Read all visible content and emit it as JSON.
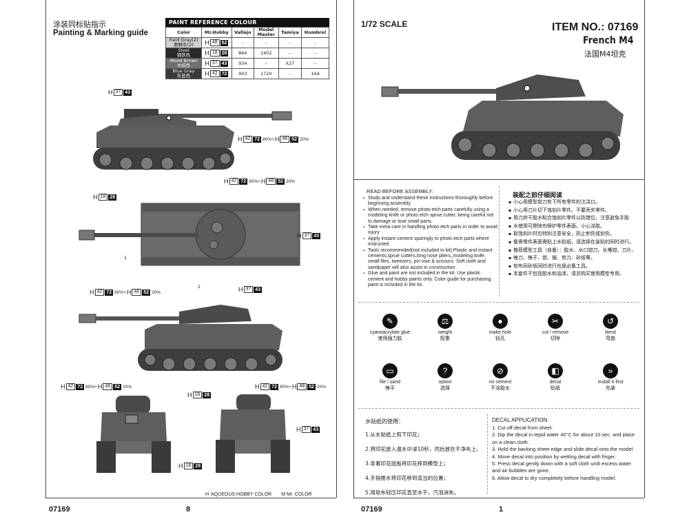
{
  "left_page": {
    "title_cn": "涂装同标贴指示",
    "title_en": "Painting & Marking guide",
    "footer_code": "07169",
    "page_number": "8",
    "brand_legend": {
      "h_label": "H",
      "h_text": "AQUEOUS HOBBY COLOR",
      "m_label": "M",
      "m_text": "Mr. COLOR"
    },
    "paint_table": {
      "caption": "PAINT REFERENCE COLOUR",
      "headers": [
        "Color",
        "Mr.Hobby",
        "Vallejo",
        "Model Master",
        "Tamiya",
        "Humbrol"
      ],
      "rows": [
        {
          "color": "Field Gray(2)",
          "color_cn": "原野灰(2)",
          "h": "48",
          "m": "52",
          "vallejo": "–",
          "model_master": "–",
          "tamiya": "–",
          "humbrol": "–",
          "swatch": "#cfcfcf",
          "text": "#111"
        },
        {
          "color": "Steel",
          "color_cn": "钢铁色",
          "h": "18",
          "m": "28",
          "vallejo": "864",
          "model_master": "1402",
          "tamiya": "–",
          "humbrol": "–",
          "swatch": "#2a2a2a",
          "text": "#eee"
        },
        {
          "color": "Wood Brown",
          "color_cn": "木棕色",
          "h": "37",
          "m": "43",
          "vallejo": "934",
          "model_master": "–",
          "tamiya": "X27",
          "humbrol": "–",
          "swatch": "#707070",
          "text": "#fff"
        },
        {
          "color": "Blue Gray",
          "color_cn": "灰蓝色",
          "h": "42",
          "m": "72",
          "vallejo": "903",
          "model_master": "1720",
          "tamiya": "–",
          "humbrol": "144",
          "swatch": "#3a3a3a",
          "text": "#eee"
        }
      ]
    },
    "callouts": {
      "wood": {
        "h": "37",
        "m": "43"
      },
      "steel": {
        "h": "18",
        "m": "28"
      },
      "mix": {
        "h1": "42",
        "m1": "72",
        "p1": "80%+",
        "h2": "48",
        "m2": "52",
        "p2": "20%"
      },
      "leader_1": "1"
    }
  },
  "right_page": {
    "scale": "1/72 SCALE",
    "item_no": "ITEM NO.: 07169",
    "model_en": "French M4",
    "model_cn": "法国M4坦克",
    "footer_code": "07169",
    "page_number": "1",
    "read_before_title": "READ BEFORE ASSEMBLY:",
    "read_before": [
      "Study and understand these instructions thoroughly before beginning assembly",
      "When needed, remove photo-etch parts carefully using a modeling knife or photo etch sprue cutter, being careful not to damage or lose small parts.",
      "Take extra care in handling photo etch parts in order to avoid injury",
      "Apply instant cement sparingly to photo etch parts where instructed",
      "Tools recommended(not included in kit):Plastic and instant cements,sprue cutters,long nose pliers,,modeling knife, small files, tweezers, pin vise & scissors. Soft cloth and sandpaper will also assist in construction",
      "Glue and paint are not included in the kit. Use plastic cement and hobby paints only. Color guide for purchasing paint is included in the kit."
    ],
    "cn_title": "装配之前仔细阅读",
    "cn_notes": [
      "小心用模型钳刀剪下所有零件的注浇口。",
      "小心用刀片切下蚀刻片零件。不要丢失零件。",
      "用力挤干胶水粘合蚀刻片零件以防错位，注意避免手胶",
      "水使用可擦除剂保护零件表面。小心涂胶。",
      "取蚀刻片时应特别注意安全，防止刺伤或划伤。",
      "备需零件表面需贴上水贴纸，请选择在装贴的同时进行。",
      "推荐模型工具（自备）：胶水、水口钳刀、长嘴钳、刀片、",
      "锉刀、锉子、钳、锯、剪刀、砂纸等。",
      "软布同砂纸同时进行也是必备工具。",
      "本套件不包括胶水和油漆，请另购买使用模型专用。"
    ],
    "icons": [
      {
        "symbol": "✎",
        "en": "cyanoacrylate glue",
        "cn": "使用强力胶"
      },
      {
        "symbol": "⚖",
        "en": "weight",
        "cn": "配重"
      },
      {
        "symbol": "●",
        "en": "make hole",
        "cn": "钻孔"
      },
      {
        "symbol": "✂",
        "en": "cut / remove",
        "cn": "切除"
      },
      {
        "symbol": "↺",
        "en": "bend",
        "cn": "弯曲"
      },
      {
        "symbol": "▭",
        "en": "file / sand",
        "cn": "锉平"
      },
      {
        "symbol": "?",
        "en": "option",
        "cn": "选择"
      },
      {
        "symbol": "⊘",
        "en": "no cement",
        "cn": "不涂胶水"
      },
      {
        "symbol": "◧",
        "en": "decal",
        "cn": "贴纸"
      },
      {
        "symbol": "»",
        "en": "Install it first",
        "cn": "先装"
      }
    ],
    "cn_decal_title": "水贴纸的使用：",
    "cn_decal": [
      "1.从水贴纸上剪下印花；",
      "2.将印花放入温水中浸10秒，然后放在干净布上。",
      "3.拿着印花纸板将印花移到模型上；",
      "4.手指推水将印花移到适当的位置；",
      "5.用软布轻压印花直至水干，汽泡消失。"
    ],
    "decal_title": "DECAL APPLICATION",
    "decal": [
      "1. Cut off decal from sheet.",
      "2. Dip the decal in tepid water 40°C for about 10 sec. and place on a clean cloth.",
      "3. Hold the backing sheet edge and slide decal onto the model.",
      "4. Move decal into position by wetting decal with finger.",
      "5. Press decal gently down with a soft cloth until excess water and air bubbles are gone.",
      "6. Allow decal to dry completely before handling model."
    ]
  },
  "colors": {
    "tank_body": "#5e5e5e",
    "tank_dark": "#3e3e3e",
    "line": "#444444"
  }
}
